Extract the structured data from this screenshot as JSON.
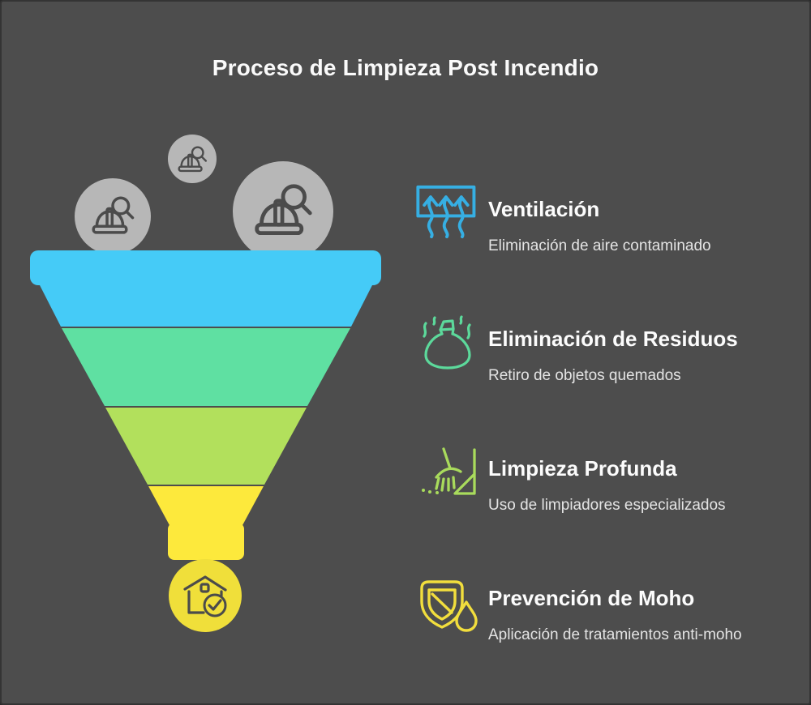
{
  "title": "Proceso de Limpieza Post Incendio",
  "steps": [
    {
      "label": "Ventilación",
      "description": "Eliminación de aire contaminado",
      "accent_color": "#36AFE3",
      "icon": "vent-arrows-icon"
    },
    {
      "label": "Eliminación de Residuos",
      "description": "Retiro de objetos quemados",
      "accent_color": "#5CD99B",
      "icon": "waste-bag-icon"
    },
    {
      "label": "Limpieza Profunda",
      "description": "Uso de limpiadores especializados",
      "accent_color": "#A9DB5C",
      "icon": "broom-sweep-icon"
    },
    {
      "label": "Prevención de Moho",
      "description": "Aplicación de tratamientos anti-moho",
      "accent_color": "#F2DE3D",
      "icon": "shield-droplet-icon"
    }
  ],
  "funnel": {
    "layer_colors": [
      "#45CBF7",
      "#5FE0A2",
      "#B2E05C",
      "#FDE93C"
    ],
    "inspector_bubble_color": "#B7B7B7",
    "inspector_icon": "hard-hat-magnifier-icon",
    "outcome_circle_color": "#F0DF3A",
    "outcome_icon": "house-check-icon"
  },
  "colors": {
    "background": "#4D4D4D",
    "border": "#343434",
    "title_text": "#FAFAFA",
    "description_text": "#E4E4E4",
    "dark_icon_stroke": "#4B4B4B"
  }
}
